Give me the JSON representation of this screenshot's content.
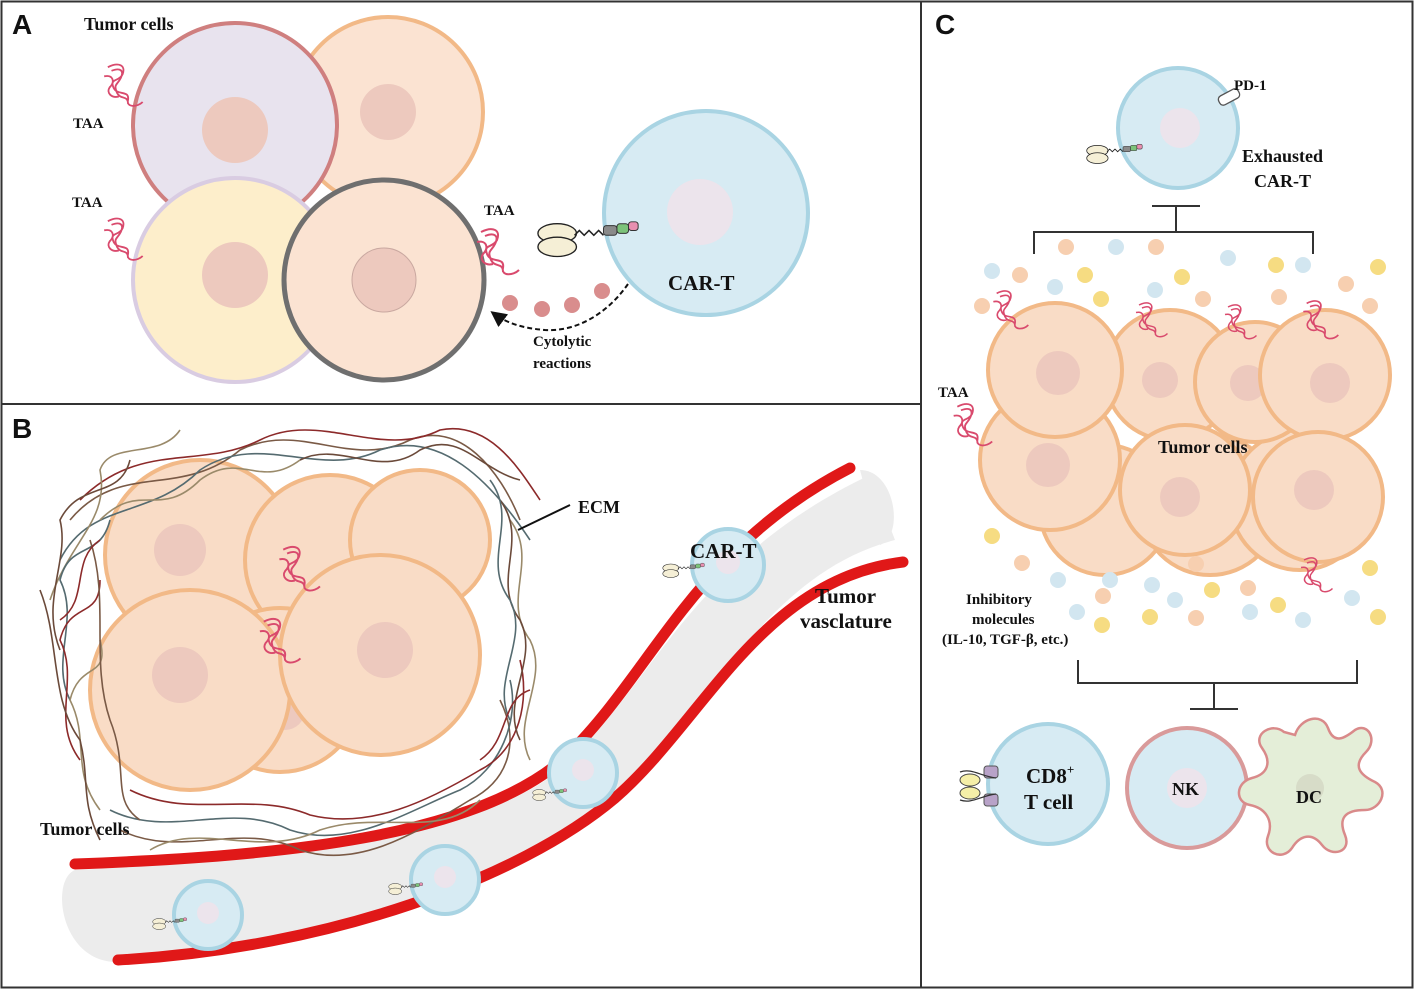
{
  "panels": {
    "a": {
      "letter": "A",
      "tumor_cells": "Tumor cells",
      "taa_1": "TAA",
      "taa_2": "TAA",
      "taa_3": "TAA",
      "car_t": "CAR-T",
      "cytolytic_1": "Cytolytic",
      "cytolytic_2": "reactions"
    },
    "b": {
      "letter": "B",
      "ecm": "ECM",
      "car_t": "CAR-T",
      "vasc_1": "Tumor",
      "vasc_2": "vasclature",
      "tumor_cells": "Tumor cells"
    },
    "c": {
      "letter": "C",
      "pd1": "PD-1",
      "exhausted_1": "Exhausted",
      "exhausted_2": "CAR-T",
      "taa": "TAA",
      "tumor_cells": "Tumor cells",
      "inhib_1": "Inhibitory",
      "inhib_2": "molecules",
      "inhib_3": "(IL-10, TGF-β, etc.)",
      "cd8": "CD8",
      "cd8_sup": "+",
      "tcell": "T cell",
      "nk": "NK",
      "dc": "DC"
    }
  },
  "colors": {
    "tumor_fill": "#f9dcc6",
    "tumor_stroke": "#f2b987",
    "nucleus": "#edc9be",
    "car_t_fill": "#d7ebf3",
    "car_t_stroke": "#a9d4e3",
    "vessel_wall": "#e01818",
    "vessel_lumen": "#ececec",
    "taa": "#d94a6d",
    "granule": "#d98d8d",
    "dc_fill": "#e4eed8",
    "dc_stroke": "#d98a8a"
  }
}
